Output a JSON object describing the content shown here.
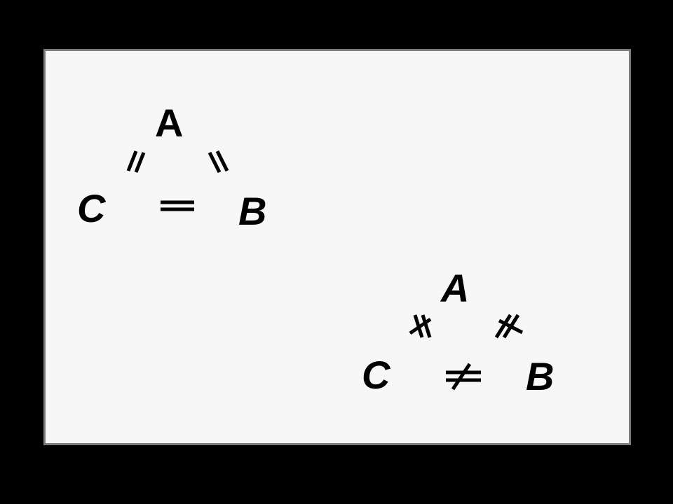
{
  "diagram1": {
    "vertex_a": "A",
    "vertex_b": "B",
    "vertex_c": "C"
  },
  "diagram2": {
    "vertex_a": "A",
    "vertex_b": "B",
    "vertex_c": "C"
  },
  "colors": {
    "background": "#000000",
    "slide": "#f7f7f7",
    "slide_border": "#7d7d7d",
    "ink": "#000000"
  }
}
